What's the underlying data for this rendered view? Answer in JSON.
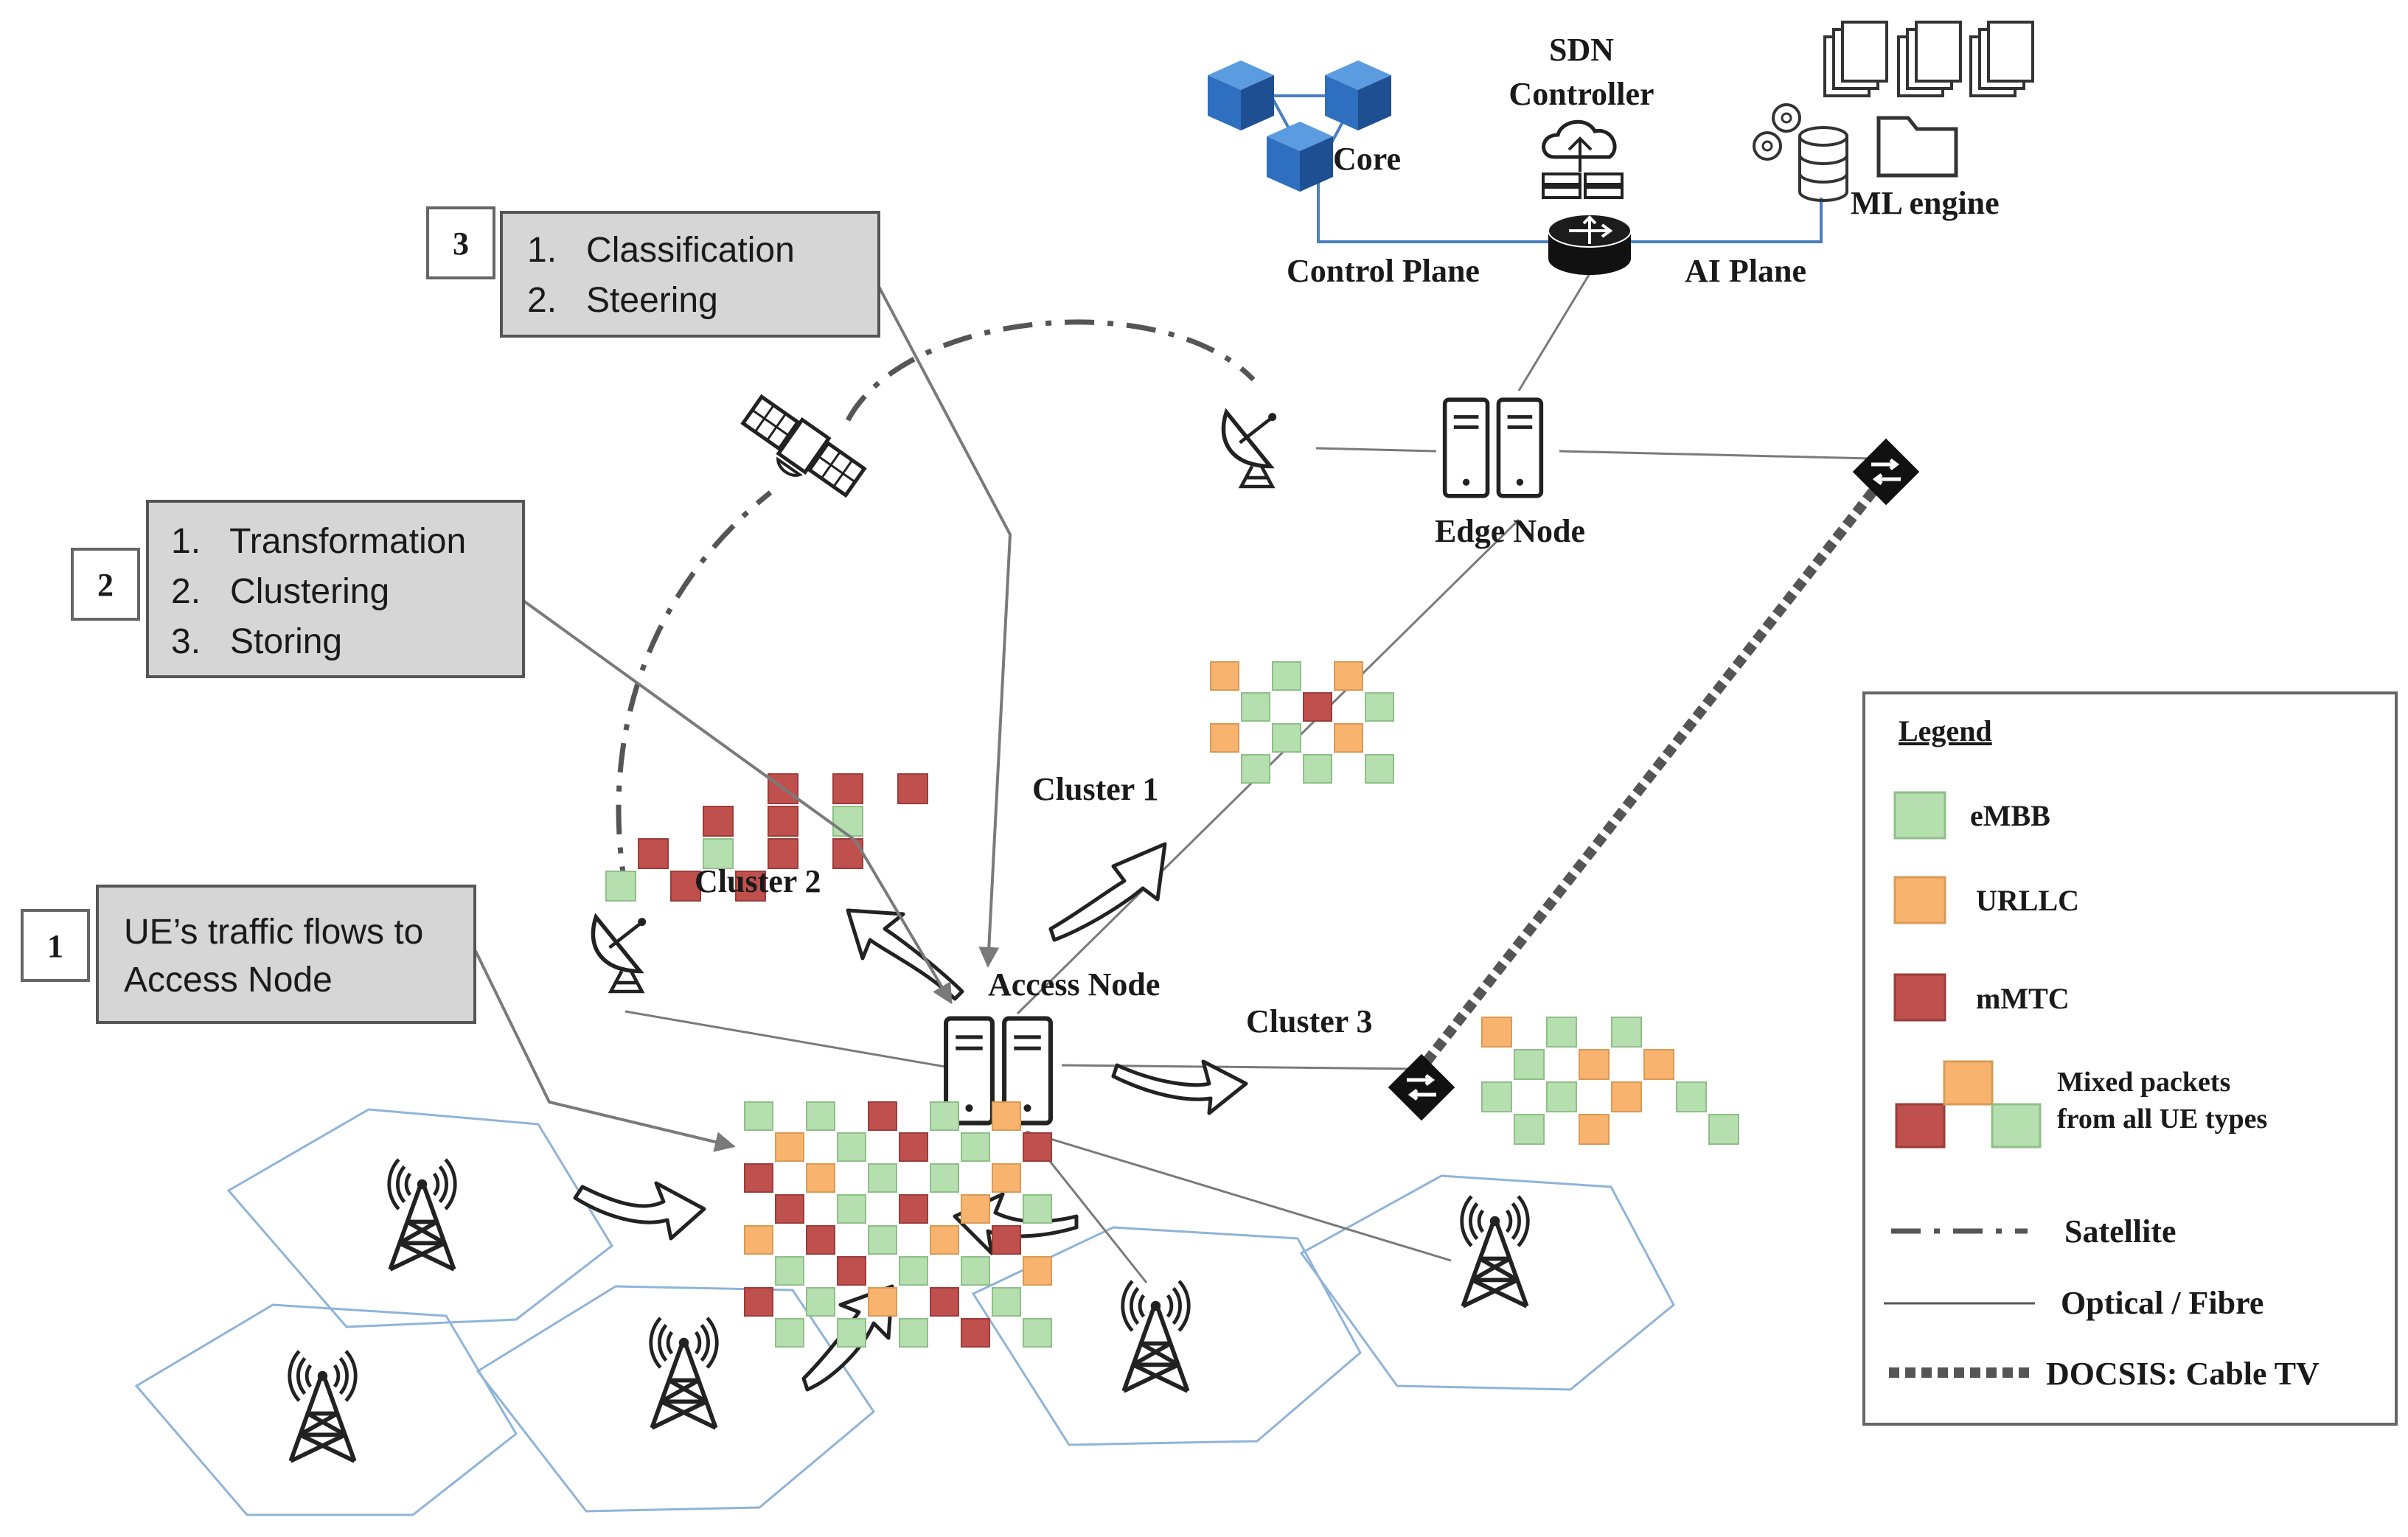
{
  "steps": [
    {
      "number": "1",
      "items": [
        "UE’s traffic flows to",
        "Access Node"
      ]
    },
    {
      "number": "2",
      "items": [
        "1.   Transformation",
        "2.   Clustering",
        "3.   Storing"
      ]
    },
    {
      "number": "3",
      "items": [
        "1.   Classification",
        "2.   Steering"
      ]
    }
  ],
  "nodes": {
    "sdn": [
      "SDN",
      "Controller"
    ],
    "core": "Core",
    "ml_engine": "ML engine",
    "control_plane": "Control Plane",
    "ai_plane": "AI Plane",
    "edge_node": "Edge Node",
    "access_node": "Access Node"
  },
  "clusters": {
    "c1": "Cluster 1",
    "c2": "Cluster 2",
    "c3": "Cluster 3"
  },
  "legend": {
    "title": "Legend",
    "embb": "eMBB",
    "urllc": "URLLC",
    "mmtc": "mMTC",
    "mixed": [
      "Mixed packets",
      "from all UE types"
    ],
    "satellite": "Satellite",
    "optical": "Optical / Fibre",
    "docsis": "DOCSIS: Cable TV"
  },
  "colors": {
    "embb": "#b5dfae",
    "urllc": "#f8b46e",
    "mmtc": "#c0504d",
    "cube": "#2e6fbf",
    "control_line": "#4a7fc1"
  },
  "icons": [
    "cube-icon",
    "cloud-server-icon",
    "router-icon",
    "database-icon",
    "document-stack-icon",
    "folder-icon",
    "satellite-icon",
    "satellite-dish-icon",
    "server-icon",
    "switch-icon",
    "cell-tower-icon",
    "curved-arrow-icon"
  ]
}
